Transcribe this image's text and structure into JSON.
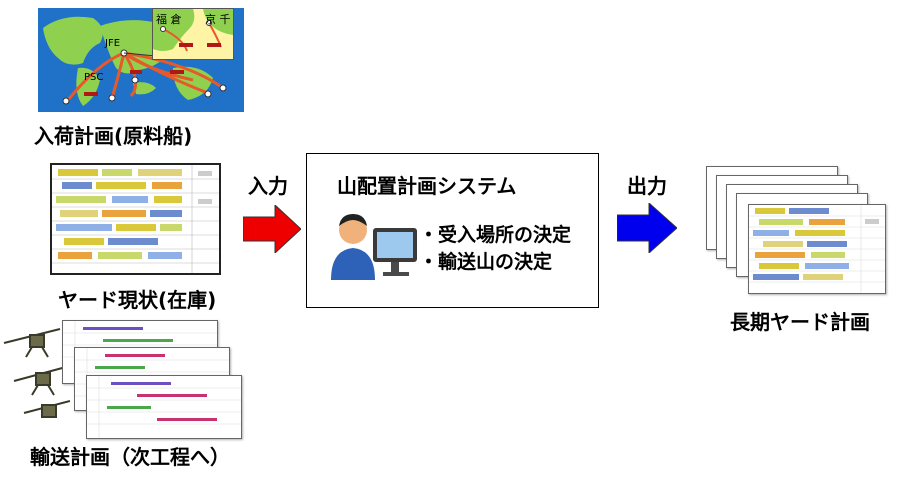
{
  "inputs": {
    "arrival_plan_label": "入荷計画(原料船)",
    "map": {
      "port_labels": [
        "JFE",
        "PSC"
      ],
      "callout_labels": [
        "福 倉",
        "京 千"
      ]
    },
    "yard_status_label": "ヤード現状(在庫)",
    "transport_plan_label": "輸送計画（次工程へ）"
  },
  "arrow_in_label": "入力",
  "arrow_out_label": "出力",
  "system": {
    "title": "山配置計画システム",
    "bullets": [
      "・受入場所の決定",
      "・輸送山の決定"
    ]
  },
  "output": {
    "label": "長期ヤード計画"
  },
  "colors": {
    "arrow_in": "#ee0000",
    "arrow_out": "#0000ee",
    "map_sea": "#1f72c8",
    "map_land": "#8fd14f",
    "callout_bg": "#fff3a6"
  }
}
